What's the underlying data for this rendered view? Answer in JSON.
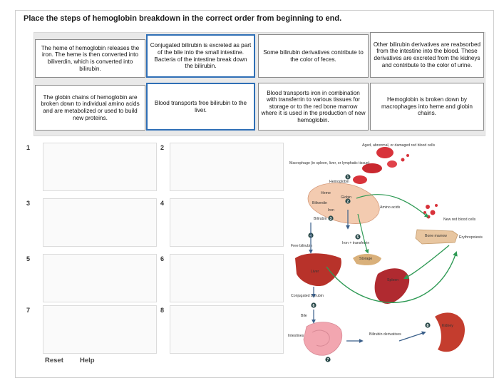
{
  "instruction": "Place the steps of hemoglobin breakdown in the correct order from beginning to end.",
  "cards": [
    {
      "id": "c1",
      "text": "The heme of hemoglobin releases the iron. The heme is then converted into biliverdin, which is converted into bilirubin."
    },
    {
      "id": "c2",
      "text": "Conjugated bilirubin is excreted as part of the bile into the small intestine. Bacteria of the intestine break down the bilirubin."
    },
    {
      "id": "c3",
      "text": "Some bilirubin derivatives contribute to the color of feces."
    },
    {
      "id": "c4",
      "text": "Other bilirubin derivatives are reabsorbed from the intestine into the blood. These derivatives are excreted from the kidneys and contribute to the color of urine."
    },
    {
      "id": "c5",
      "text": "The globin chains of hemoglobin are broken down to individual amino acids and are metabolized or used to build new proteins."
    },
    {
      "id": "c6",
      "text": "Blood transports free bilirubin to the liver."
    },
    {
      "id": "c7",
      "text": "Blood transports iron in combination with transferrin to various tissues for storage or to the red bone marrow where it is used in the production of new hemoglobin."
    },
    {
      "id": "c8",
      "text": "Hemoglobin is broken down by macrophages into heme and globin chains."
    }
  ],
  "slots": [
    "1",
    "2",
    "3",
    "4",
    "5",
    "6",
    "7",
    "8"
  ],
  "controls": {
    "reset": "Reset",
    "help": "Help"
  },
  "figure": {
    "aged_rbc": "Aged, abnormal, or damaged red blood cells",
    "macrophage": "Macrophage (in spleen, liver, or lymphatic tissue)",
    "hemoglobin": "Hemoglobin",
    "heme": "Heme",
    "globin": "Globin",
    "biliverdin": "Biliverdin",
    "iron": "Iron",
    "bilirubin": "Bilirubin",
    "amino_acids": "Amino acids",
    "new_rbc": "New red blood cells",
    "bone_marrow": "Bone marrow",
    "erythropoiesis": "Erythropoiesis",
    "free_bilirubin": "Free bilirubin",
    "iron_transferrin": "Iron + transferrin",
    "storage": "Storage",
    "liver": "Liver",
    "spleen": "Spleen",
    "conjugated_bilirubin": "Conjugated bilirubin",
    "bile": "Bile",
    "intestines": "Intestines",
    "bilirubin_derivatives": "Bilirubin derivatives",
    "kidney": "Kidney",
    "step_numbers": [
      "1",
      "2",
      "3",
      "4",
      "5",
      "6",
      "7",
      "8"
    ]
  },
  "colors": {
    "selected_border": "#2f6fb6",
    "rbc": "#d8323a",
    "liver": "#b8322a",
    "arrow": "#2f9a55",
    "tray": "#e9e9e9"
  }
}
